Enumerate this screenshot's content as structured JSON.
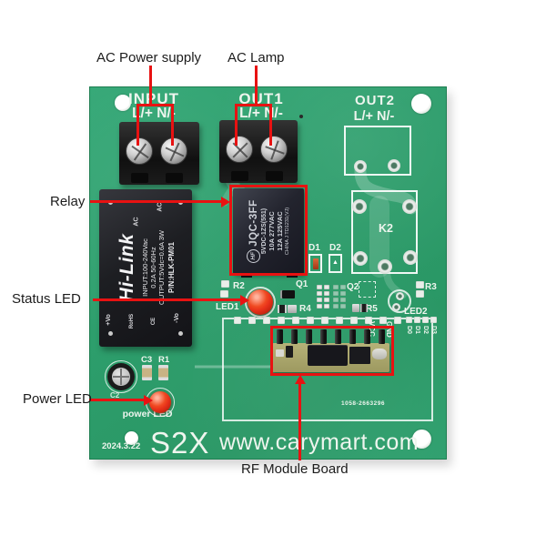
{
  "colors": {
    "accent_red": "#e81212",
    "board_green": "#2e9e6c",
    "silk": "#eef5ee",
    "relay_body": "#23242e",
    "psu_body": "#1d1e22",
    "led_red": "#e8321a",
    "rf_olive": "#aca772"
  },
  "annotations": {
    "ac_power": "AC Power supply",
    "ac_lamp": "AC Lamp",
    "relay": "Relay",
    "status_led": "Status LED",
    "power_led": "Power LED",
    "rf_board": "RF Module Board"
  },
  "silk": {
    "input_title": "INPUT",
    "out1_title": "OUT1",
    "out2_title": "OUT2",
    "io_pins": "L/+ N/-",
    "k2": "K2",
    "d1": "D1",
    "d2": "D2",
    "r2": "R2",
    "led1": "LED1",
    "q1": "Q1",
    "r4": "R4",
    "q2": "Q2",
    "r5": "R5",
    "r3": "R3",
    "led2": "LED2",
    "c2": "C2",
    "c3": "C3",
    "r1": "R1",
    "vcc": "VCC",
    "gnd": "GND",
    "d0": "D0",
    "rf_d1": "D1",
    "rf_d2": "D2",
    "rf_d3": "D3",
    "power_led": "power LED",
    "date": "2024.3.22",
    "model": "S2X",
    "website": "www.carymart.com",
    "serial": "1058-2663296"
  },
  "relay_label": {
    "logo": "HF",
    "model": "JQC-3FF",
    "coil": "5VDC-1ZS(551)",
    "rating1": "10A 277VAC",
    "rating2": "12A 125VAC",
    "origin": "CHINA J TD1231(VJ)"
  },
  "psu_label": {
    "brand": "Hi-Link",
    "input": "INPUT:100-240Vac",
    "input2": "0.2A 50-60Hz",
    "output": "OUTPUT:5Vdc=0.6A 3W",
    "pn": "P/N:HLK-PM01",
    "ac1": "AC",
    "ac2": "AC",
    "vplus": "+Vo",
    "vminus": "-Vo",
    "rohs": "RoHS",
    "ce": "CE"
  }
}
